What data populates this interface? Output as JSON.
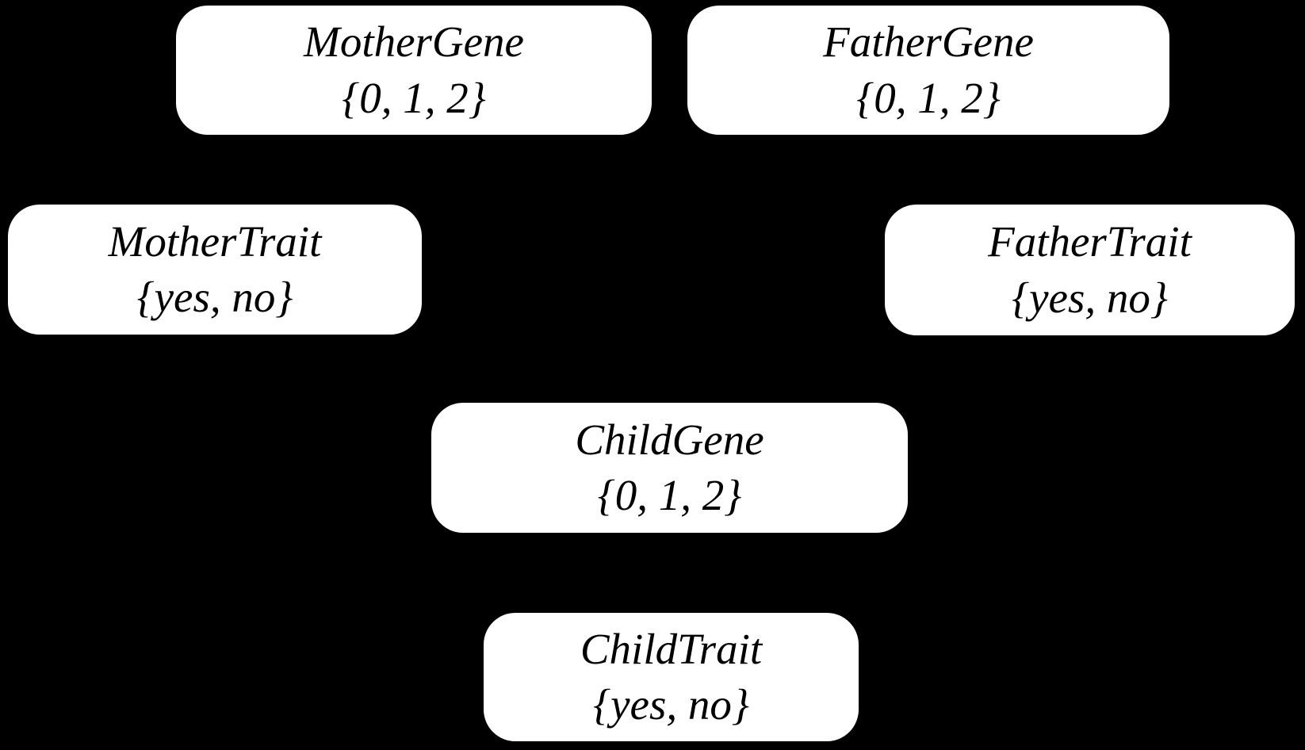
{
  "figure": {
    "type": "bayesian-network-diagram",
    "background_color": "#000000",
    "node_fill_color": "#ffffff",
    "node_text_color": "#000000",
    "edges_visible": false
  },
  "nodes": [
    {
      "id": "mother-gene",
      "label": "MotherGene",
      "domain": "{0, 1, 2}"
    },
    {
      "id": "father-gene",
      "label": "FatherGene",
      "domain": "{0, 1, 2}"
    },
    {
      "id": "mother-trait",
      "label": "MotherTrait",
      "domain": "{yes, no}"
    },
    {
      "id": "father-trait",
      "label": "FatherTrait",
      "domain": "{yes, no}"
    },
    {
      "id": "child-gene",
      "label": "ChildGene",
      "domain": "{0, 1, 2}"
    },
    {
      "id": "child-trait",
      "label": "ChildTrait",
      "domain": "{yes, no}"
    }
  ]
}
